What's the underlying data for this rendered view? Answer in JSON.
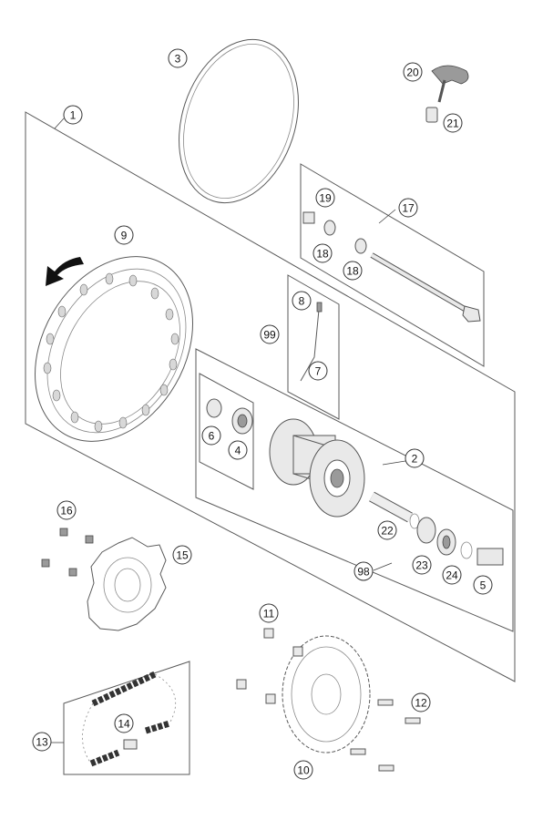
{
  "highlight_color": "#f2e600",
  "callouts": [
    {
      "id": "1",
      "label": "1"
    },
    {
      "id": "2",
      "label": "2"
    },
    {
      "id": "3",
      "label": "3"
    },
    {
      "id": "4",
      "label": "4"
    },
    {
      "id": "5",
      "label": "5"
    },
    {
      "id": "6",
      "label": "6"
    },
    {
      "id": "7",
      "label": "7"
    },
    {
      "id": "8",
      "label": "8"
    },
    {
      "id": "9",
      "label": "9"
    },
    {
      "id": "10",
      "label": "10"
    },
    {
      "id": "11",
      "label": "11"
    },
    {
      "id": "12",
      "label": "12"
    },
    {
      "id": "13",
      "label": "13"
    },
    {
      "id": "14",
      "label": "14"
    },
    {
      "id": "15",
      "label": "15"
    },
    {
      "id": "16",
      "label": "16"
    },
    {
      "id": "17",
      "label": "17",
      "highlighted": true
    },
    {
      "id": "18a",
      "label": "18"
    },
    {
      "id": "18b",
      "label": "18"
    },
    {
      "id": "19",
      "label": "19"
    },
    {
      "id": "20",
      "label": "20"
    },
    {
      "id": "21",
      "label": "21"
    },
    {
      "id": "22",
      "label": "22"
    },
    {
      "id": "23",
      "label": "23"
    },
    {
      "id": "24",
      "label": "24"
    },
    {
      "id": "98",
      "label": "98"
    },
    {
      "id": "99",
      "label": "99"
    }
  ]
}
